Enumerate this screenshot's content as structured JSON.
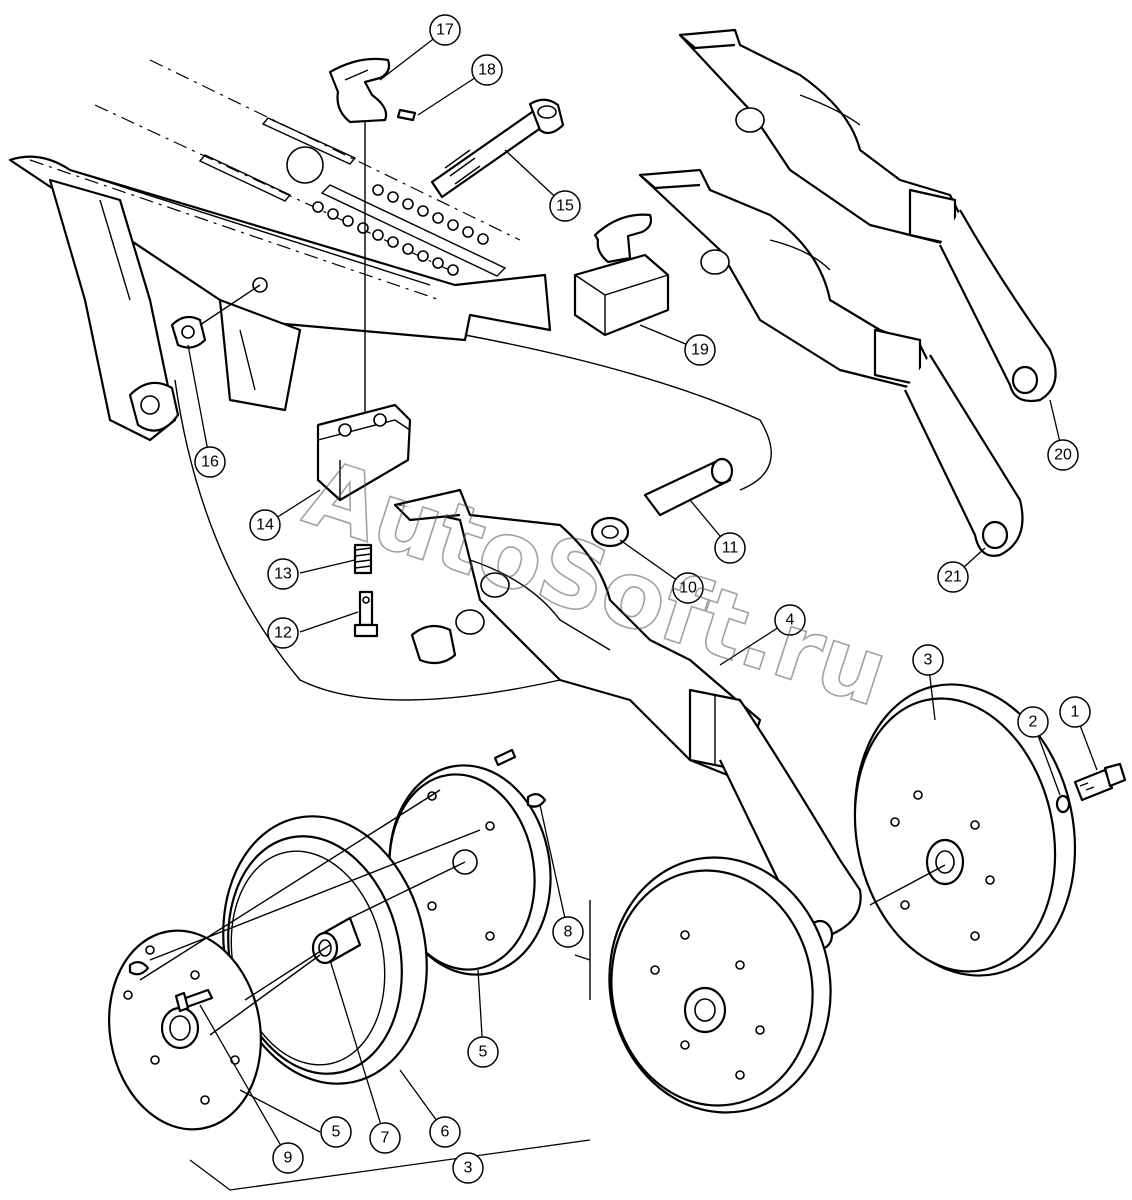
{
  "watermark": "AutoSoft.ru",
  "callouts": [
    {
      "id": "c1",
      "label": "1"
    },
    {
      "id": "c2",
      "label": "2"
    },
    {
      "id": "c3a",
      "label": "3"
    },
    {
      "id": "c3b",
      "label": "3"
    },
    {
      "id": "c4",
      "label": "4"
    },
    {
      "id": "c5a",
      "label": "5"
    },
    {
      "id": "c5b",
      "label": "5"
    },
    {
      "id": "c6",
      "label": "6"
    },
    {
      "id": "c7",
      "label": "7"
    },
    {
      "id": "c8",
      "label": "8"
    },
    {
      "id": "c9",
      "label": "9"
    },
    {
      "id": "c10",
      "label": "10"
    },
    {
      "id": "c11",
      "label": "11"
    },
    {
      "id": "c12",
      "label": "12"
    },
    {
      "id": "c13",
      "label": "13"
    },
    {
      "id": "c14",
      "label": "14"
    },
    {
      "id": "c15",
      "label": "15"
    },
    {
      "id": "c16",
      "label": "16"
    },
    {
      "id": "c17",
      "label": "17"
    },
    {
      "id": "c18",
      "label": "18"
    },
    {
      "id": "c19",
      "label": "19"
    },
    {
      "id": "c20",
      "label": "20"
    },
    {
      "id": "c21",
      "label": "21"
    }
  ]
}
